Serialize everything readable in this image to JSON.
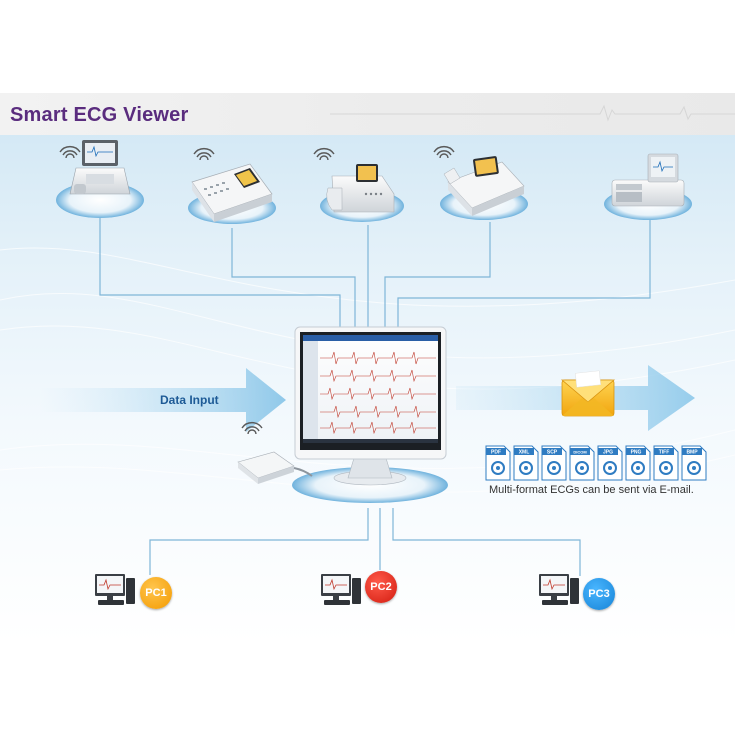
{
  "title": "Smart ECG Viewer",
  "data_input_label": "Data Input",
  "email_caption": "Multi-format ECGs can be sent via E-mail.",
  "file_formats": [
    "PDF",
    "XML",
    "SCP",
    "DICOM",
    "JPG",
    "PNG",
    "TIFF",
    "BMP"
  ],
  "pcs": [
    "PC1",
    "PC2",
    "PC3"
  ],
  "colors": {
    "title": "#5a2c7e",
    "pc1": "#f39a00",
    "pc2": "#d21c10",
    "pc3": "#1683d6",
    "connector": "#7fb6d8",
    "email": "#f6b820"
  },
  "devices": [
    {
      "icon": "ecg-cart-laptop-icon"
    },
    {
      "icon": "ecg-machine-printer-icon"
    },
    {
      "icon": "ecg-portable-icon"
    },
    {
      "icon": "ecg-three-channel-icon"
    },
    {
      "icon": "ecg-twelve-channel-icon"
    }
  ]
}
